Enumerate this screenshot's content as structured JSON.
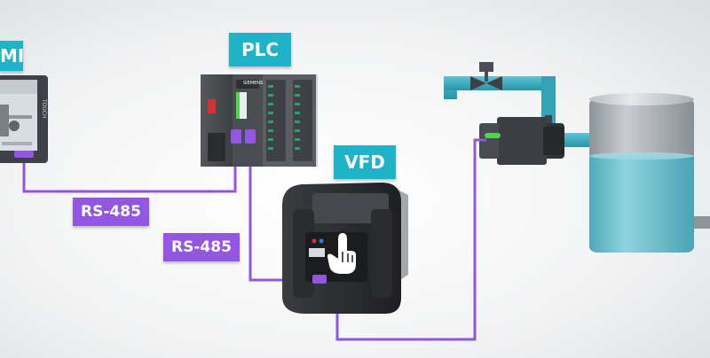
{
  "labels": {
    "hmi": "MI",
    "plc": "PLC",
    "vfd": "VFD",
    "link_hmi_plc": "RS-485",
    "link_plc_vfd": "RS-485"
  },
  "device_text": {
    "hmi_brand": "TOUCH",
    "plc_brand": "SIEMENS"
  },
  "colors": {
    "teal": "#1fb3c7",
    "purple": "#9356e0",
    "pipe": "#35aabd",
    "liquid": "#6cc1cf",
    "status_led": "#4dd64d"
  }
}
